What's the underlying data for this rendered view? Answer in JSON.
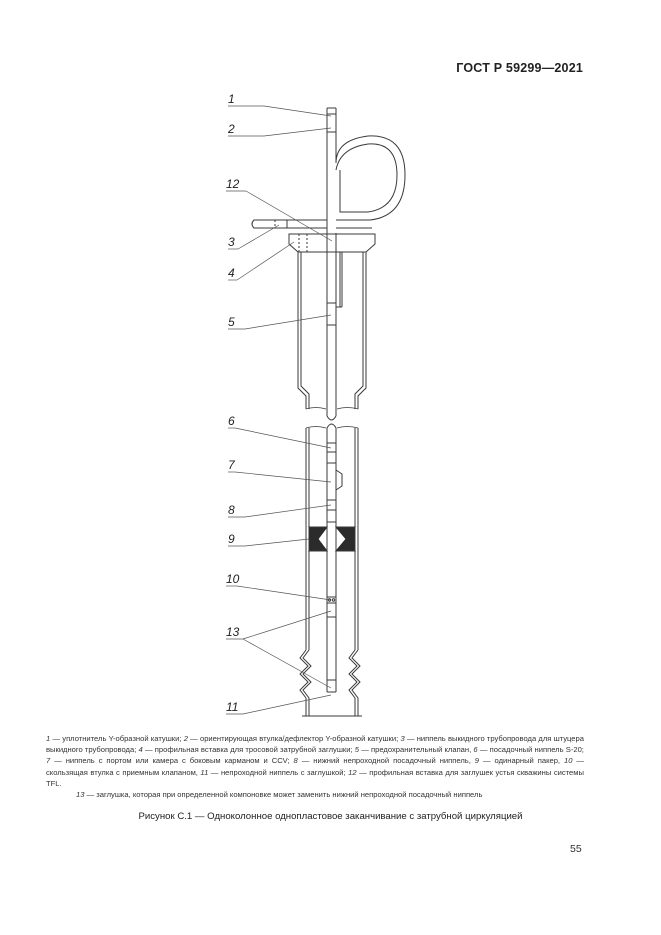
{
  "header": {
    "standard_code": "ГОСТ Р 59299—2021"
  },
  "figure": {
    "callouts": [
      {
        "num": "1"
      },
      {
        "num": "2"
      },
      {
        "num": "12"
      },
      {
        "num": "3"
      },
      {
        "num": "4"
      },
      {
        "num": "5"
      },
      {
        "num": "6"
      },
      {
        "num": "7"
      },
      {
        "num": "8"
      },
      {
        "num": "9"
      },
      {
        "num": "10"
      },
      {
        "num": "13"
      },
      {
        "num": "11"
      }
    ]
  },
  "legend": {
    "items": [
      {
        "num": "1",
        "text": "уплотнитель Y-образной катушки;"
      },
      {
        "num": "2",
        "text": "ориентирующая втулка/дефлектор Y-образной катушки;"
      },
      {
        "num": "3",
        "text": "ниппель выкидного трубопровода для штуцера выкидного трубопровода;"
      },
      {
        "num": "4",
        "text": "профильная вставка для тросовой затрубной заглушки;"
      },
      {
        "num": "5",
        "text": "предохранительный клапан,"
      },
      {
        "num": "6",
        "text": "посадочный ниппель S-20;"
      },
      {
        "num": "7",
        "text": "ниппель с портом или камера с боковым карманом и CCV;"
      },
      {
        "num": "8",
        "text": "нижний непроходной посадочный ниппель,"
      },
      {
        "num": "9",
        "text": "одинарный пакер,"
      },
      {
        "num": "10",
        "text": "скользящая втулка с приемным клапаном,"
      },
      {
        "num": "11",
        "text": "непроходной ниппель с заглушкой;"
      },
      {
        "num": "12",
        "text": "профильная вставка для заглушек устья скважины системы TFL."
      },
      {
        "num": "13",
        "text": "заглушка, которая при определенной компоновке может заменить нижний непроходной посадочный ниппель"
      }
    ],
    "separator": "—"
  },
  "caption": {
    "text": "Рисунок С.1 — Одноколонное однопластовое заканчивание с затрубной циркуляцией"
  },
  "footer": {
    "page_number": "55"
  },
  "colors": {
    "line": "#3a3a3a",
    "fill_dark": "#2b2b2b",
    "paper": "#ffffff"
  }
}
